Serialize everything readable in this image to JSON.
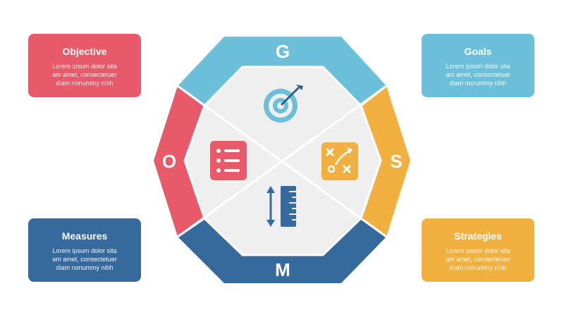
{
  "colors": {
    "objective": "#e85a6a",
    "goals": "#6bbfd9",
    "strategies": "#f2b040",
    "measures": "#376a9c",
    "center": "#efefef"
  },
  "cards": {
    "objective": {
      "title": "Objective",
      "lines": [
        "Lorem ipsum dolor sita",
        "am amet, consectetuer",
        "diam nonummy  nibh"
      ]
    },
    "goals": {
      "title": "Goals",
      "lines": [
        "Lorem ipsum dolor sita",
        "am amet, consectetuer",
        "diam nonummy  nibh"
      ]
    },
    "measures": {
      "title": "Measures",
      "lines": [
        "Lorem ipsum dolor sita",
        "am amet, consectetuer",
        "diam nonummy  nibh"
      ]
    },
    "strategies": {
      "title": "Strategies",
      "lines": [
        "Lorem ipsum dolor sita",
        "am amet, consectetuer",
        "diam nonummy  nibh"
      ]
    }
  },
  "octagon": {
    "letters": {
      "top": "G",
      "left": "O",
      "right": "S",
      "bottom": "M"
    }
  },
  "icons": {
    "top": "target-icon",
    "left": "checklist-icon",
    "right": "strategy-play-icon",
    "bottom": "ruler-measure-icon"
  }
}
